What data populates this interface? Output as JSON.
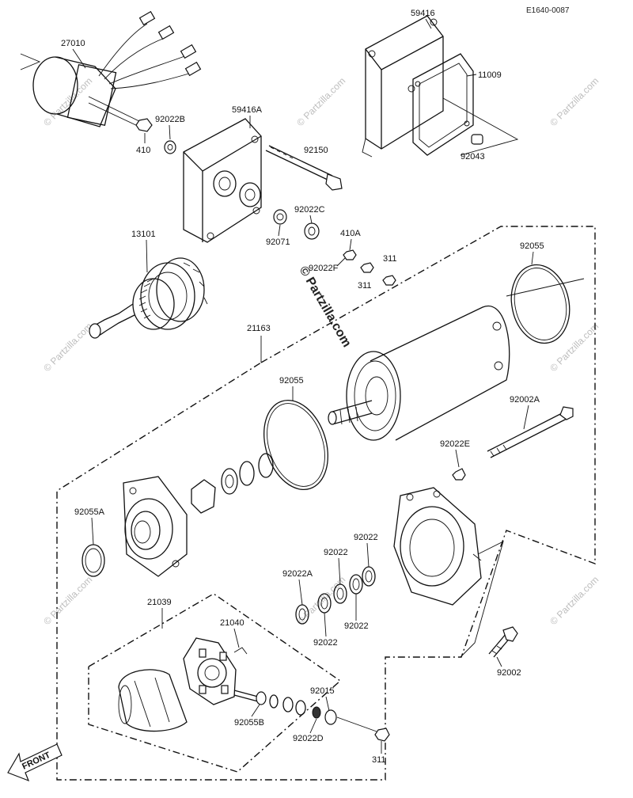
{
  "diagram_code": "E1640-0087",
  "watermark": {
    "center_text": "© Partzilla.com",
    "repeat_text": "© Partzilla.com"
  },
  "front_label": "FRONT",
  "labels": {
    "p27010": "27010",
    "p59416": "59416",
    "p11009": "11009",
    "p92022B": "92022B",
    "p410": "410",
    "p59416A": "59416A",
    "p92150": "92150",
    "p92043": "92043",
    "p92022C": "92022C",
    "p410A": "410A",
    "p92071": "92071",
    "p92022F": "92022F",
    "p311a": "311",
    "p311b": "311",
    "p13101": "13101",
    "p92055top": "92055",
    "p21163": "21163",
    "p92055mid": "92055",
    "p92002A": "92002A",
    "p92022E": "92022E",
    "p92055A": "92055A",
    "p92022top": "92022",
    "p92022mid": "92022",
    "p92022A": "92022A",
    "p92022r": "92022",
    "p92022bot": "92022",
    "p21039": "21039",
    "p21040": "21040",
    "p92002": "92002",
    "p92015": "92015",
    "p92055B": "92055B",
    "p92022D": "92022D",
    "p311c": "311"
  }
}
